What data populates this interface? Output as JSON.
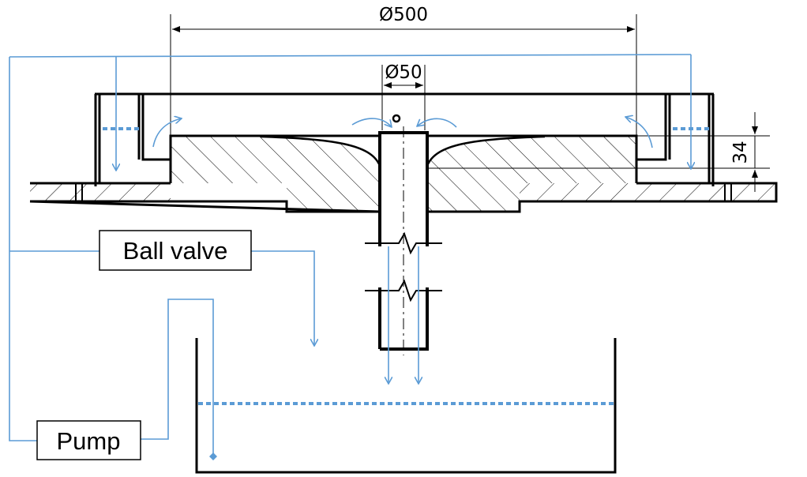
{
  "dimensions": {
    "outer_diameter": "Ø500",
    "pipe_diameter": "Ø50",
    "height": "34"
  },
  "labels": {
    "ball_valve": "Ball valve",
    "pump": "Pump"
  },
  "colors": {
    "flow": "#5b9bd5",
    "line": "#000000"
  }
}
